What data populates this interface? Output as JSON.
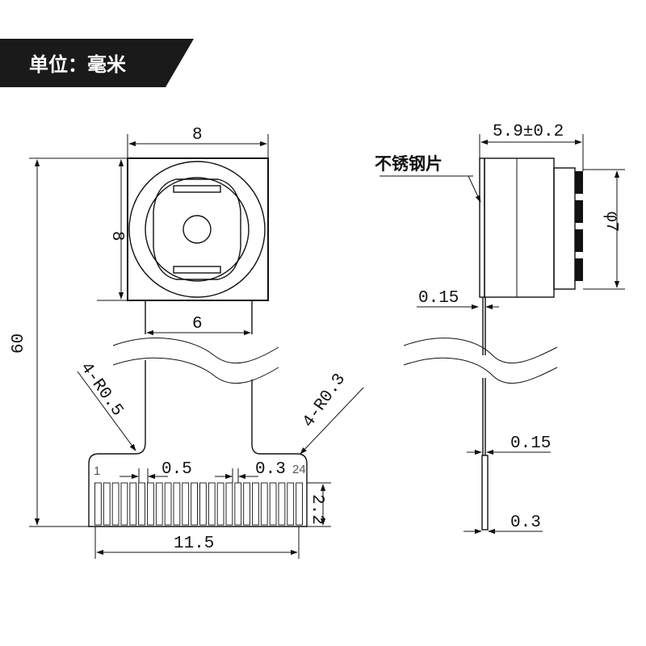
{
  "banner": {
    "text": "单位：毫米",
    "color": "#1a1a1a"
  },
  "front_view": {
    "width_label": "8",
    "height_label": "8",
    "neck_label": "6",
    "total_length_label": "60",
    "corner_left_label": "4-R0.5",
    "corner_right_label": "4-R0.3",
    "pin_first_label": "1",
    "pin_last_label": "24",
    "pin_pitch_label": "0.5",
    "pin_gap_label": "0.3",
    "pin_length_label": "2.2",
    "connector_width_label": "11.5"
  },
  "side_view": {
    "depth_label": "5.9±0.2",
    "stiffener_label": "不锈钢片",
    "lens_dia_label": "φ7",
    "stiffener_thickness_label": "0.15",
    "fpc_thickness_label": "0.15",
    "connector_thickness_label": "0.3"
  }
}
